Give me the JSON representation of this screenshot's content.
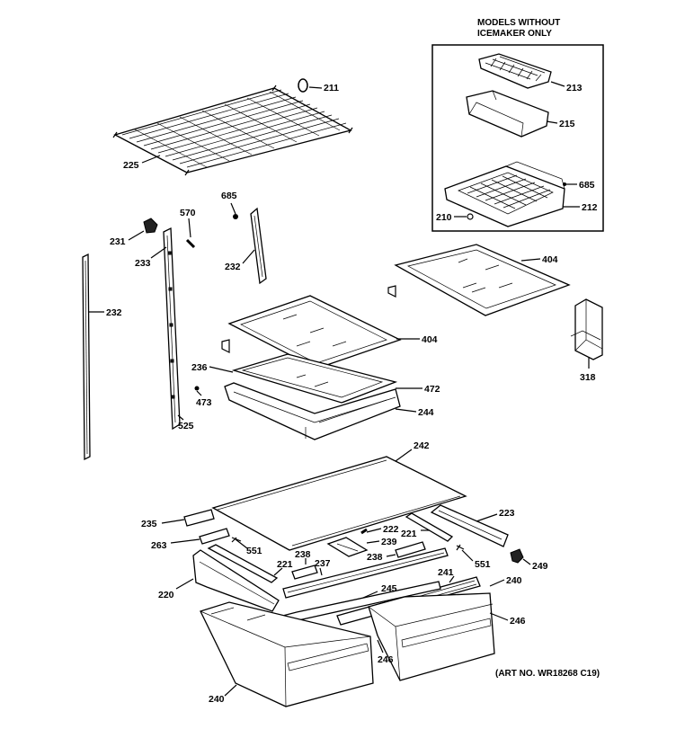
{
  "header_text": "",
  "inset": {
    "caption_line1": "MODELS WITHOUT",
    "caption_line2": "ICEMAKER ONLY"
  },
  "labels": {
    "l211": "211",
    "l225": "225",
    "l685a": "685",
    "l570": "570",
    "l231": "231",
    "l233": "233",
    "l232a": "232",
    "l232b": "232",
    "l404a": "404",
    "l404b": "404",
    "l318": "318",
    "l236": "236",
    "l472": "472",
    "l473": "473",
    "l525": "525",
    "l244": "244",
    "l242": "242",
    "l235": "235",
    "l223": "223",
    "l263": "263",
    "l222": "222",
    "l221a": "221",
    "l239": "239",
    "l551a": "551",
    "l238a": "238",
    "l238b": "238",
    "l221b": "221",
    "l237": "237",
    "l551b": "551",
    "l249": "249",
    "l241": "241",
    "l240a": "240",
    "l220": "220",
    "l245": "245",
    "l246a": "246",
    "l246b": "246",
    "l240b": "240",
    "l213": "213",
    "l215": "215",
    "l685b": "685",
    "l210": "210",
    "l212": "212"
  },
  "art_number": "(ART NO. WR18268 C19)"
}
